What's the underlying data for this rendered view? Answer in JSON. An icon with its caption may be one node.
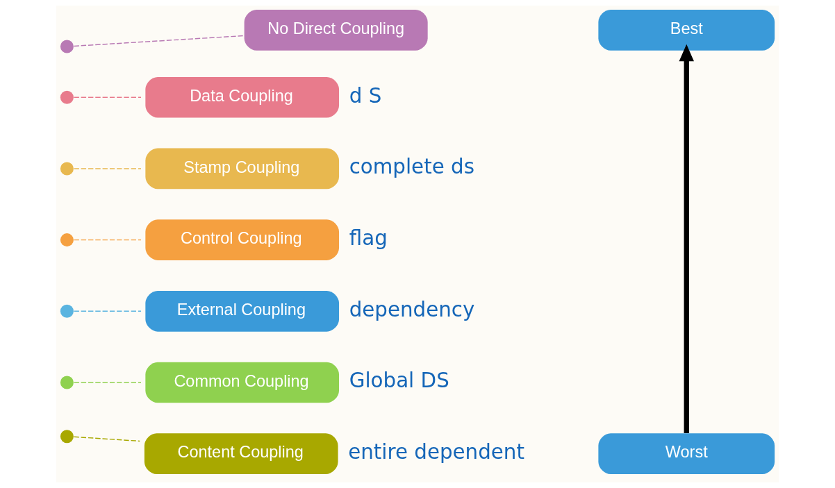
{
  "diagram": {
    "nodes": [
      {
        "text": [],
        "shape": "circle"
      },
      {
        "text": [
          "No Direct Coupling"
        ]
      },
      {
        "text": [],
        "shape": "circle"
      },
      {
        "text": [
          "Data Coupling"
        ],
        "beside": [
          "d S"
        ]
      },
      {
        "text": [],
        "shape": "circle"
      },
      {
        "text": [
          "Stamp Coupling"
        ],
        "beside": [
          "complete ds"
        ]
      },
      {
        "text": [],
        "shape": "circle"
      },
      {
        "text": [
          "Control Coupling"
        ],
        "beside": [
          "flag"
        ]
      },
      {
        "text": [],
        "shape": "circle"
      },
      {
        "text": [
          "External Coupling"
        ],
        "beside": [
          "dependency"
        ]
      },
      {
        "text": [],
        "shape": "circle"
      },
      {
        "text": [
          "Common Coupling"
        ],
        "beside": [
          "Global DS"
        ]
      },
      {
        "text": [],
        "shape": "circle"
      },
      {
        "text": [
          "Content Coupling"
        ],
        "beside": [
          "entire dependent"
        ]
      },
      {
        "text": [
          "Best"
        ]
      },
      {
        "text": [
          "Worst"
        ]
      }
    ],
    "edges": [
      {
        "from": 0,
        "to": 1,
        "arrow": "none",
        "style": "dashed",
        "color": "#b879b4"
      },
      {
        "from": 2,
        "to": 3,
        "arrow": "none",
        "style": "dashed",
        "color": "#e87b8c"
      },
      {
        "from": 4,
        "to": 5,
        "arrow": "none",
        "style": "dashed",
        "color": "#e8b84f"
      },
      {
        "from": 6,
        "to": 7,
        "arrow": "none",
        "style": "dashed",
        "color": "#f5a040"
      },
      {
        "from": 8,
        "to": 9,
        "arrow": "none",
        "style": "dashed",
        "color": "#5ab4e0"
      },
      {
        "from": 10,
        "to": 11,
        "arrow": "none",
        "style": "dashed",
        "color": "#8fd14f"
      },
      {
        "from": 12,
        "to": 13,
        "arrow": "none",
        "style": "dashed",
        "color": "#a8a800"
      },
      {
        "from": 15,
        "to": 14,
        "arrow": "to",
        "style": "thick",
        "color": "#000000"
      }
    ]
  }
}
